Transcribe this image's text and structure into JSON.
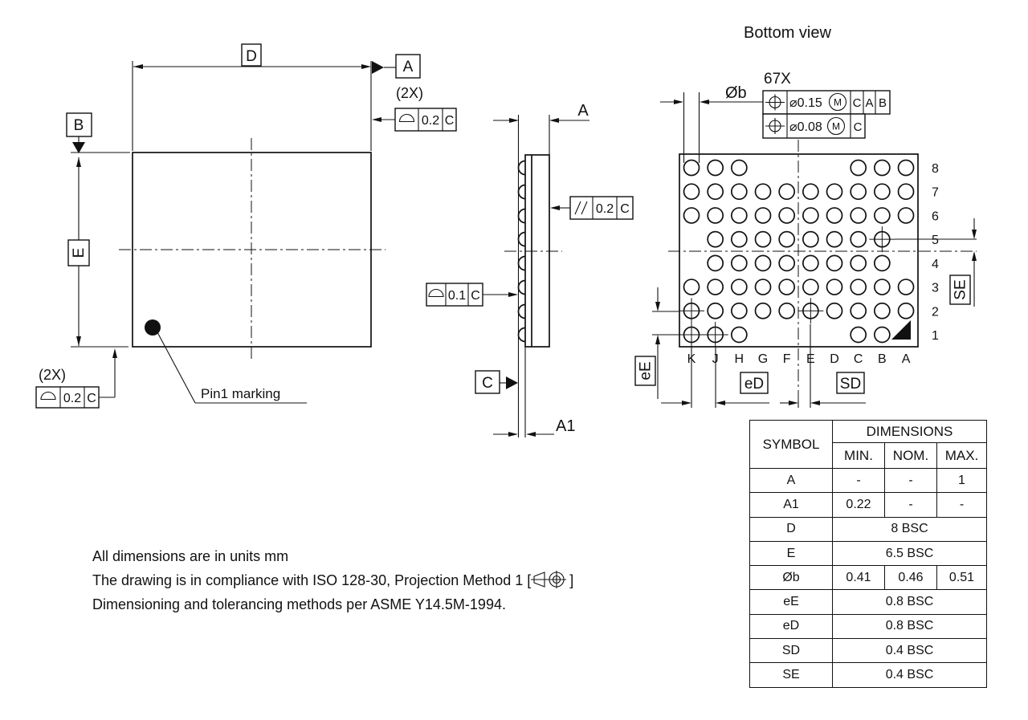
{
  "title": "Bottom view",
  "colors": {
    "line": "#111111",
    "background": "#ffffff"
  },
  "top_view": {
    "dim_d": "D",
    "datum_a": "A",
    "datum_b": "B",
    "dim_e": "E",
    "qty_top": "(2X)",
    "fcf_top": {
      "symbol": "profile-of-surface",
      "tol": "0.2",
      "datum": "C"
    },
    "qty_bottom": "(2X)",
    "fcf_bottom": {
      "symbol": "profile-of-surface",
      "tol": "0.2",
      "datum": "C"
    },
    "pin1_label": "Pin1 marking"
  },
  "side_view": {
    "dim_a": "A",
    "dim_a1": "A1",
    "fcf_parallelism": {
      "symbol": "parallelism",
      "tol": "0.2",
      "datum": "C"
    },
    "fcf_profile": {
      "symbol": "profile-of-surface",
      "tol": "0.1",
      "datum": "C"
    },
    "datum_c": "C"
  },
  "bottom_view": {
    "count_label": "67X",
    "dia_label": "Øb",
    "fcf1": {
      "symbol": "position",
      "tol": "⌀0.15",
      "modifier": "M",
      "d1": "C",
      "d2": "A",
      "d3": "B"
    },
    "fcf2": {
      "symbol": "position",
      "tol": "⌀0.08",
      "modifier": "M",
      "d1": "C"
    },
    "dim_eE": "eE",
    "dim_eD": "eD",
    "dim_SD": "SD",
    "dim_SE": "SE",
    "grid": {
      "columns": [
        "K",
        "J",
        "H",
        "G",
        "F",
        "E",
        "D",
        "C",
        "B",
        "A"
      ],
      "rows": [
        "8",
        "7",
        "6",
        "5",
        "4",
        "3",
        "2",
        "1"
      ],
      "balls_by_row": {
        "8": [
          "K",
          "J",
          "H",
          "C",
          "B",
          "A"
        ],
        "7": [
          "K",
          "J",
          "H",
          "G",
          "F",
          "E",
          "D",
          "C",
          "B",
          "A"
        ],
        "6": [
          "K",
          "J",
          "H",
          "G",
          "F",
          "E",
          "D",
          "C",
          "B",
          "A"
        ],
        "5": [
          "J",
          "H",
          "G",
          "F",
          "E",
          "D",
          "C",
          "B"
        ],
        "4": [
          "J",
          "H",
          "G",
          "F",
          "E",
          "D",
          "C",
          "B"
        ],
        "3": [
          "K",
          "J",
          "H",
          "G",
          "F",
          "E",
          "D",
          "C",
          "B",
          "A"
        ],
        "2": [
          "K",
          "J",
          "H",
          "G",
          "F",
          "E",
          "D",
          "C",
          "B",
          "A"
        ],
        "1": [
          "K",
          "J",
          "H",
          "C",
          "B"
        ]
      },
      "crosshair_balls": [
        "B5",
        "K2",
        "E2",
        "K1",
        "J1"
      ],
      "pin1_corner": "A1"
    }
  },
  "table": {
    "symbol_header": "SYMBOL",
    "dimensions_header": "DIMENSIONS",
    "min_header": "MIN.",
    "nom_header": "NOM.",
    "max_header": "MAX.",
    "rows": [
      {
        "symbol": "A",
        "min": "-",
        "nom": "-",
        "max": "1"
      },
      {
        "symbol": "A1",
        "min": "0.22",
        "nom": "-",
        "max": "-"
      },
      {
        "symbol": "D",
        "span": "8 BSC"
      },
      {
        "symbol": "E",
        "span": "6.5 BSC"
      },
      {
        "symbol": "Øb",
        "min": "0.41",
        "nom": "0.46",
        "max": "0.51"
      },
      {
        "symbol": "eE",
        "span": "0.8 BSC"
      },
      {
        "symbol": "eD",
        "span": "0.8 BSC"
      },
      {
        "symbol": "SD",
        "span": "0.4 BSC"
      },
      {
        "symbol": "SE",
        "span": "0.4 BSC"
      }
    ]
  },
  "notes": {
    "line1": "All dimensions are in units mm",
    "line2_prefix": "The drawing is in compliance with ISO 128-30, Projection Method 1 [",
    "line2_suffix": "]",
    "line3": "Dimensioning and tolerancing methods per ASME Y14.5M-1994."
  }
}
